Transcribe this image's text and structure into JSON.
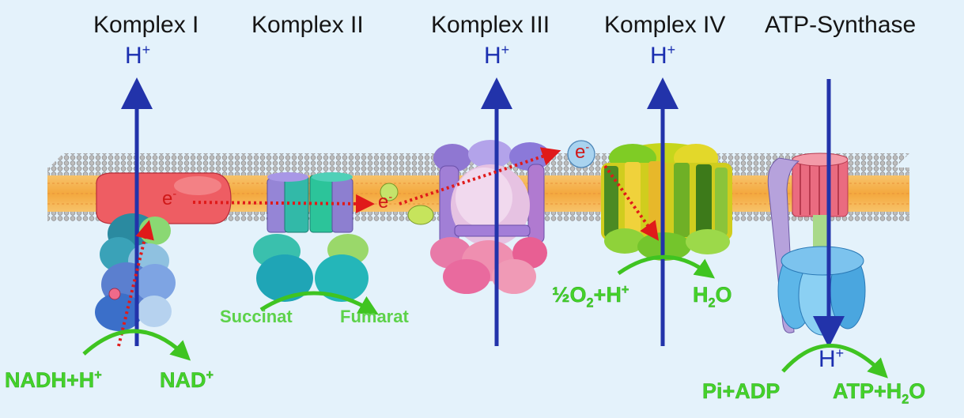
{
  "titles": {
    "complex1": "Komplex I",
    "complex2": "Komplex II",
    "complex3": "Komplex III",
    "complex4": "Komplex IV",
    "atp_synthase": "ATP-Synthase"
  },
  "proton": {
    "base": "H",
    "charge": "+"
  },
  "electron": {
    "base": "e",
    "charge": "-"
  },
  "complex1": {
    "substrate": "NADH+H",
    "substrate_charge": "+",
    "product": "NAD",
    "product_charge": "+"
  },
  "complex2": {
    "substrate": "Succinat",
    "product": "Fumarat"
  },
  "complex4": {
    "substrate_prefix": "½O",
    "substrate_sub": "2",
    "substrate_suffix": "+H",
    "substrate_charge": "+",
    "product_main": "H",
    "product_sub": "2",
    "product_suffix": "O"
  },
  "atp": {
    "substrate": "Pi+ADP",
    "product_main": "ATP+H",
    "product_sub": "2",
    "product_suffix": "O"
  },
  "colors": {
    "proton_arrow": "#2233aa",
    "electron_path": "#e01a1a",
    "reaction_arrow": "#3fc421",
    "membrane_core": "#f5b14a",
    "lipid_head": "#9e9e9e"
  },
  "icons": [
    "membrane-bilayer",
    "complex-i-protein",
    "complex-ii-protein",
    "ubiquinone",
    "complex-iii-protein",
    "cytochrome-c",
    "complex-iv-protein",
    "atp-synthase-protein"
  ]
}
